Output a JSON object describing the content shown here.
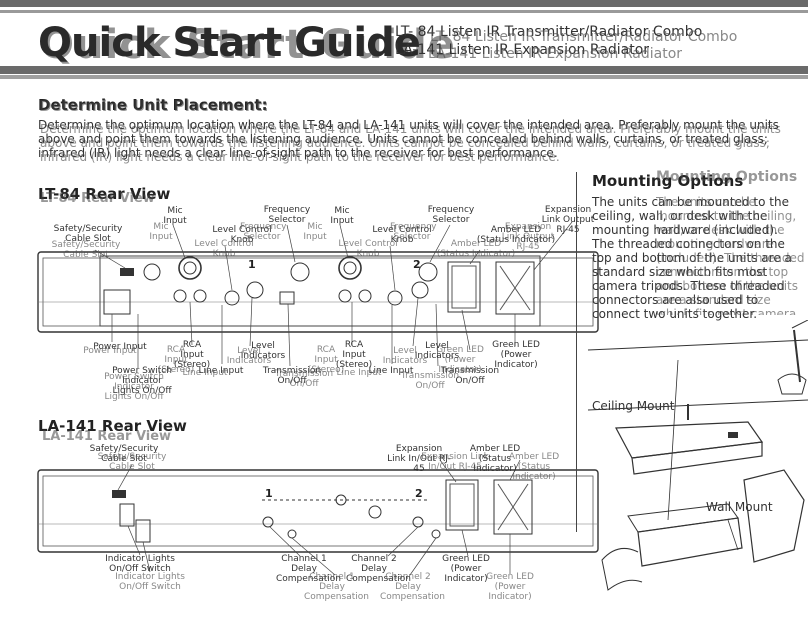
{
  "header": {
    "title": "Quick Start Guide",
    "title_ghost": "Quick Start Guide",
    "product_line_1": "LT- 84 Listen IR Transmitter/Radiator Combo",
    "product_line_2": "LA-141 Listen IR Expansion Radiator",
    "product_ghost_1": "LT- 84 Listen IR Transmitter/Radiator Combo",
    "product_ghost_2": "LA-141 Listen IR Expansion Radiator"
  },
  "placement": {
    "heading": "Determine Unit Placement:",
    "body": "Determine the optimum location where the LT-84 and LA-141 units will cover the intended area. Preferably mount the units above and point them towards the listening audience. Units cannot be concealed behind walls, curtains, or treated glass; infrared (IR) light needs a clear line-of-sight path to the receiver for best performance."
  },
  "lt84": {
    "heading": "LT-84 Rear View",
    "labels": {
      "mic_input_1": "Mic Input",
      "safety_slot": "Safety/Security Cable Slot",
      "level_knob_1": "Level Control Knob",
      "freq_selector_1": "Frequency Selector",
      "mic_input_2": "Mic Input",
      "level_knob_2": "Level Control Knob",
      "freq_selector_2": "Frequency Selector",
      "amber_led": "Amber LED (Status Indicator)",
      "expansion_link": "Expansion Link Output RJ-45",
      "power_input": "Power Input",
      "power_switch": "Power Switch Indicator Lights On/Off",
      "rca_input_1": "RCA Input (Stereo)",
      "line_input_1": "Line Input",
      "level_ind_1": "Level Indicators",
      "transmission_1": "Transmission On/Off",
      "rca_input_2": "RCA Input (Stereo)",
      "line_input_2": "Line Input",
      "level_ind_2": "Level Indicators",
      "transmission_2": "Transmission On/Off",
      "green_led": "Green LED (Power Indicator)",
      "ch1": "1",
      "ch2": "2"
    }
  },
  "la141": {
    "heading": "LA-141 Rear View",
    "labels": {
      "safety_slot": "Safety/Security Cable Slot",
      "expansion_link": "Expansion Link In/Out RJ-45",
      "amber_led": "Amber LED (Status Indicator)",
      "indicator_switch": "Indicator Lights On/Off Switch",
      "ch1_delay": "Channel 1 Delay Compensation",
      "ch2_delay": "Channel 2 Delay Compensation",
      "green_led": "Green LED (Power Indicator)",
      "ch1": "1",
      "ch2": "2"
    }
  },
  "mounting": {
    "heading": "Mounting Options",
    "body": "The units can be mounted to the ceiling, wall, or desk with the mounting hardware (included). The threaded connectors on the top and bottom of the units are a standard size which fits most camera tripods. These threaded connectors are also used to connect two units together.",
    "ceiling_caption": "Ceiling Mount",
    "wall_caption": "Wall Mount"
  },
  "colors": {
    "band_dark": "#5a5a5a",
    "band_mid": "#8a8a8a",
    "band_light": "#b8b8b8",
    "line": "#333333"
  }
}
